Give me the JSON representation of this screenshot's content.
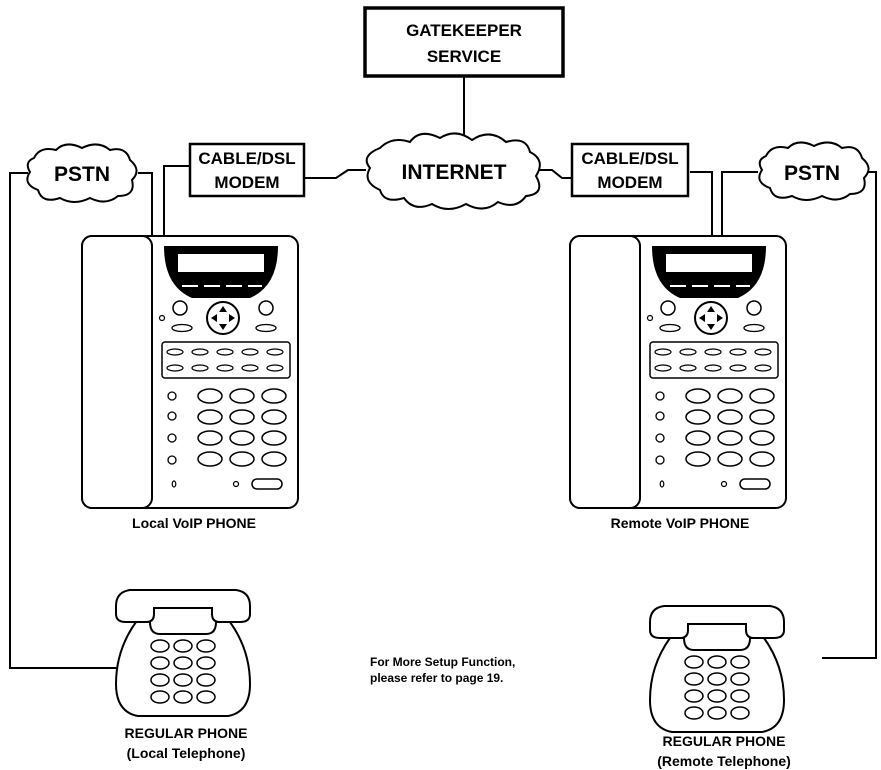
{
  "gatekeeper": {
    "line1": "GATEKEEPER",
    "line2": "SERVICE"
  },
  "internet": {
    "label": "INTERNET"
  },
  "pstn_left": {
    "label": "PSTN"
  },
  "pstn_right": {
    "label": "PSTN"
  },
  "modem_left": {
    "line1": "CABLE/DSL",
    "line2": "MODEM"
  },
  "modem_right": {
    "line1": "CABLE/DSL",
    "line2": "MODEM"
  },
  "voip_left": {
    "caption": "Local VoIP PHONE"
  },
  "voip_right": {
    "caption": "Remote VoIP PHONE"
  },
  "regular_left": {
    "line1": "REGULAR PHONE",
    "line2": "(Local Telephone)"
  },
  "regular_right": {
    "line1": "REGULAR PHONE",
    "line2": "(Remote Telephone)"
  },
  "note": {
    "line1": "For More Setup Function,",
    "line2": "please refer to page 19."
  }
}
